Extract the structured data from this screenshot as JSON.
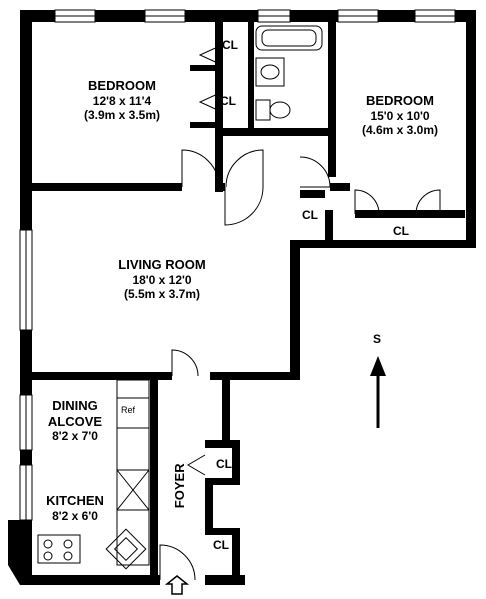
{
  "rooms": {
    "bedroom_left": {
      "name": "BEDROOM",
      "dim_imperial": "12'8 x 11'4",
      "dim_metric": "(3.9m x 3.5m)"
    },
    "bedroom_right": {
      "name": "BEDROOM",
      "dim_imperial": "15'0 x 10'0",
      "dim_metric": "(4.6m x 3.0m)"
    },
    "living_room": {
      "name": "LIVING ROOM",
      "dim_imperial": "18'0 x 12'0",
      "dim_metric": "(5.5m x 3.7m)"
    },
    "dining_alcove": {
      "name_line1": "DINING",
      "name_line2": "ALCOVE",
      "dim_imperial": "8'2 x 7'0"
    },
    "kitchen": {
      "name": "KITCHEN",
      "dim_imperial": "8'2 x 6'0"
    },
    "foyer": {
      "name": "FOYER"
    }
  },
  "closets": [
    "CL",
    "CL",
    "CL",
    "CL",
    "CL",
    "CL"
  ],
  "appliances": {
    "refrigerator": "Ref"
  },
  "compass": {
    "label": "S"
  },
  "colors": {
    "wall": "#000000",
    "window": "#ffffff"
  }
}
